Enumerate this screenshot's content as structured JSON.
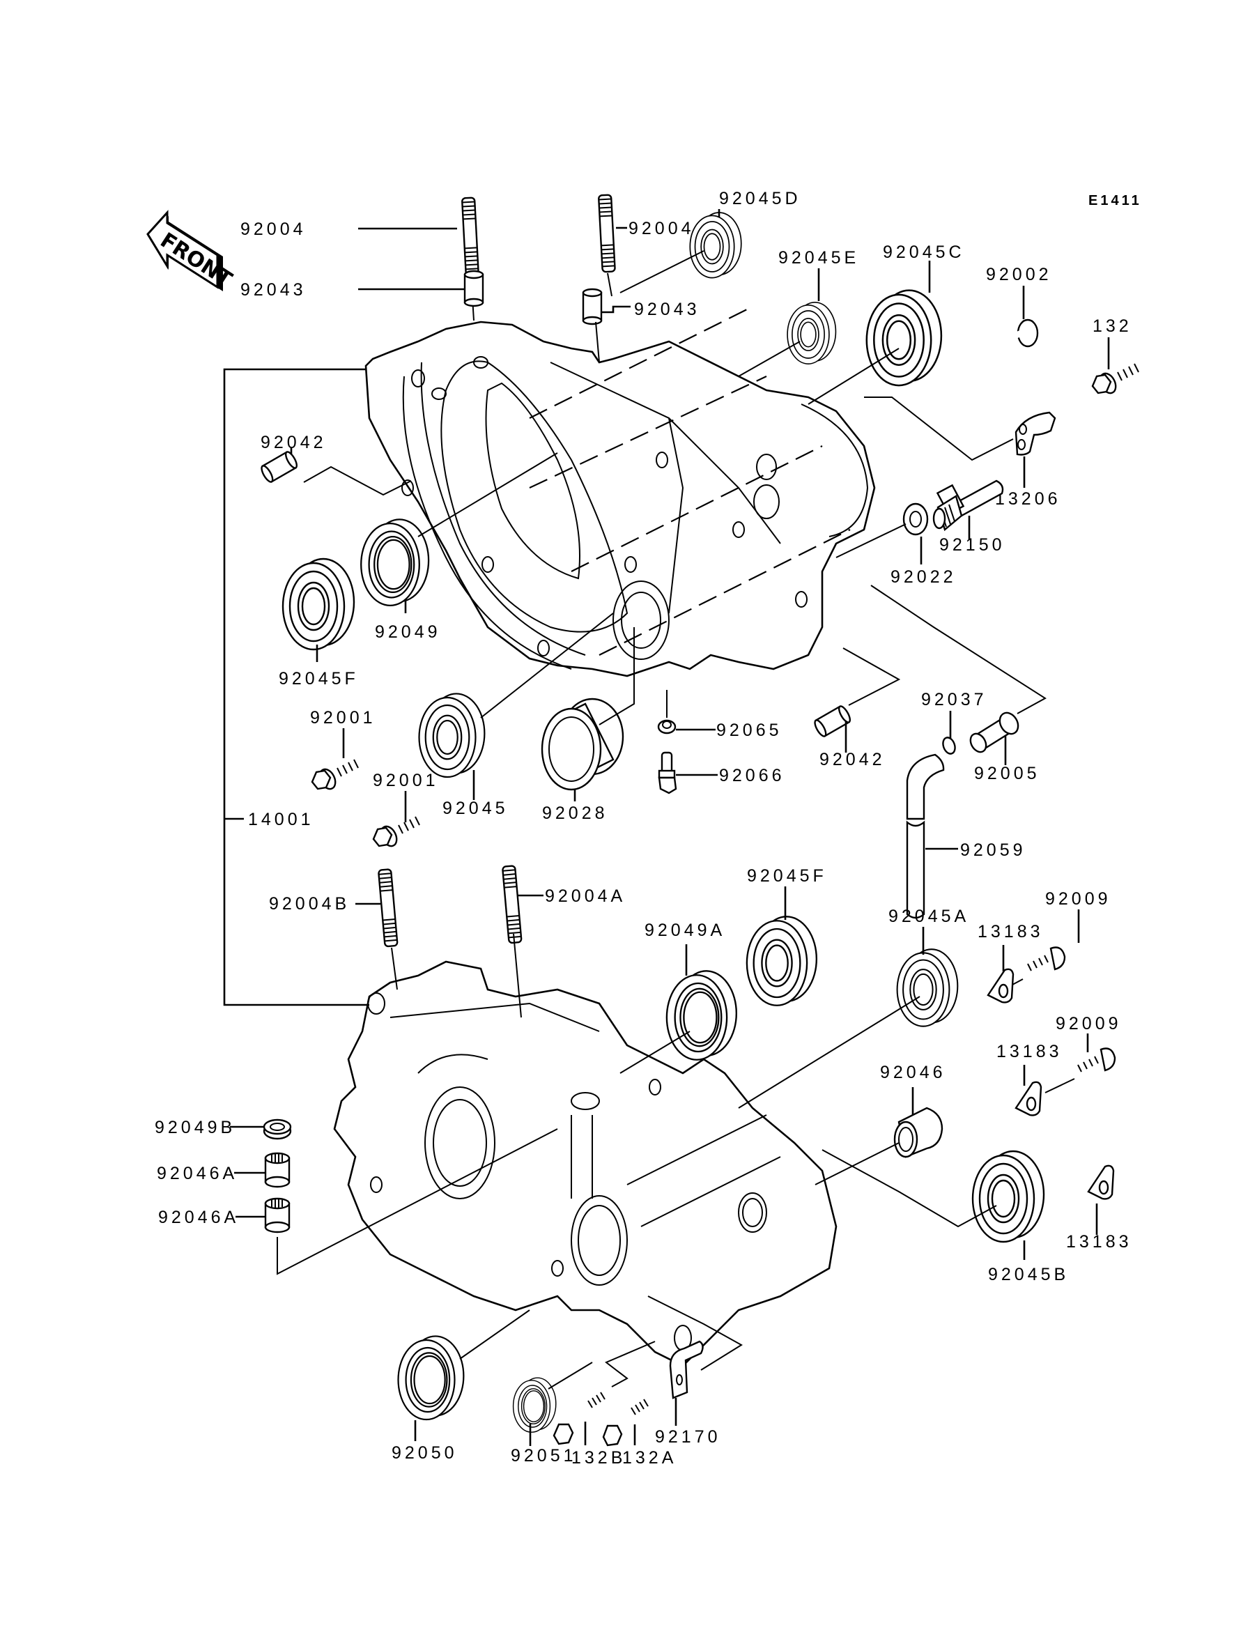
{
  "diagram": {
    "code": "E1411",
    "front_label": "FRONT",
    "assembly_label": "14001",
    "upper_case_labels": {
      "stud_left": "92004",
      "stud_right": "92004A",
      "dowel_left": "92043",
      "dowel_right": "92043",
      "bearing_d": "92045D",
      "bearing_e": "92045E",
      "bearing_c": "92045C",
      "bolt_92002": "92002",
      "bolt_132": "132",
      "plate_13206": "13206",
      "bolt_92150": "92150",
      "washer_92022": "92022",
      "dowel_92042_left": "92042",
      "bearing_f_upper": "92045F",
      "seal_92049": "92049",
      "bolt_92001_a": "92001",
      "bolt_92001_b": "92001",
      "bearing_92045": "92045",
      "collar_92028": "92028",
      "washer_92065": "92065",
      "plug_92066": "92066",
      "dowel_92042_right": "92042",
      "clamp_92037": "92037",
      "fitting_92005": "92005",
      "hose_92059": "92059"
    },
    "lower_case_labels": {
      "stud_b": "92004B",
      "stud_a": "92004A",
      "bearing_f_lower": "92045F",
      "seal_92049a": "92049A",
      "bearing_a": "92045A",
      "screw_92009_a": "92009",
      "plate_13183_a": "13183",
      "screw_92009_b": "92009",
      "plate_13183_b": "13183",
      "needle_92046": "92046",
      "bearing_b": "92045B",
      "plate_13183_c": "13183",
      "seal_92049b": "92049B",
      "needle_92046a_1": "92046A",
      "needle_92046a_2": "92046A",
      "seal_92050": "92050",
      "seal_92051": "92051",
      "bolt_132b": "132B",
      "bolt_132a": "132A",
      "clamp_92170": "92170"
    }
  }
}
